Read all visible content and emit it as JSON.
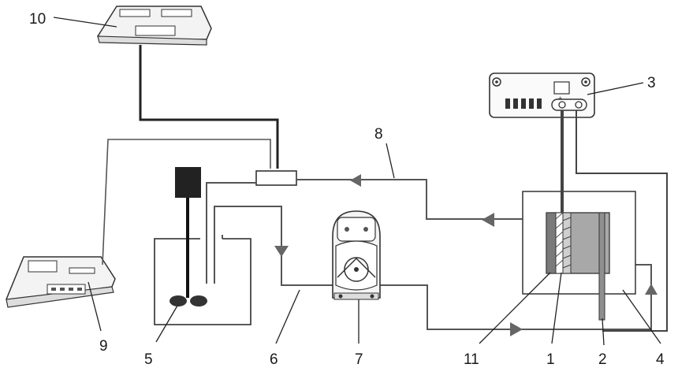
{
  "labels": {
    "n1": "1",
    "n2": "2",
    "n3": "3",
    "n4": "4",
    "n5": "5",
    "n6": "6",
    "n7": "7",
    "n8": "8",
    "n9": "9",
    "n10": "10",
    "n11": "11"
  },
  "power_supply": {
    "plus": "+",
    "minus": "–"
  }
}
